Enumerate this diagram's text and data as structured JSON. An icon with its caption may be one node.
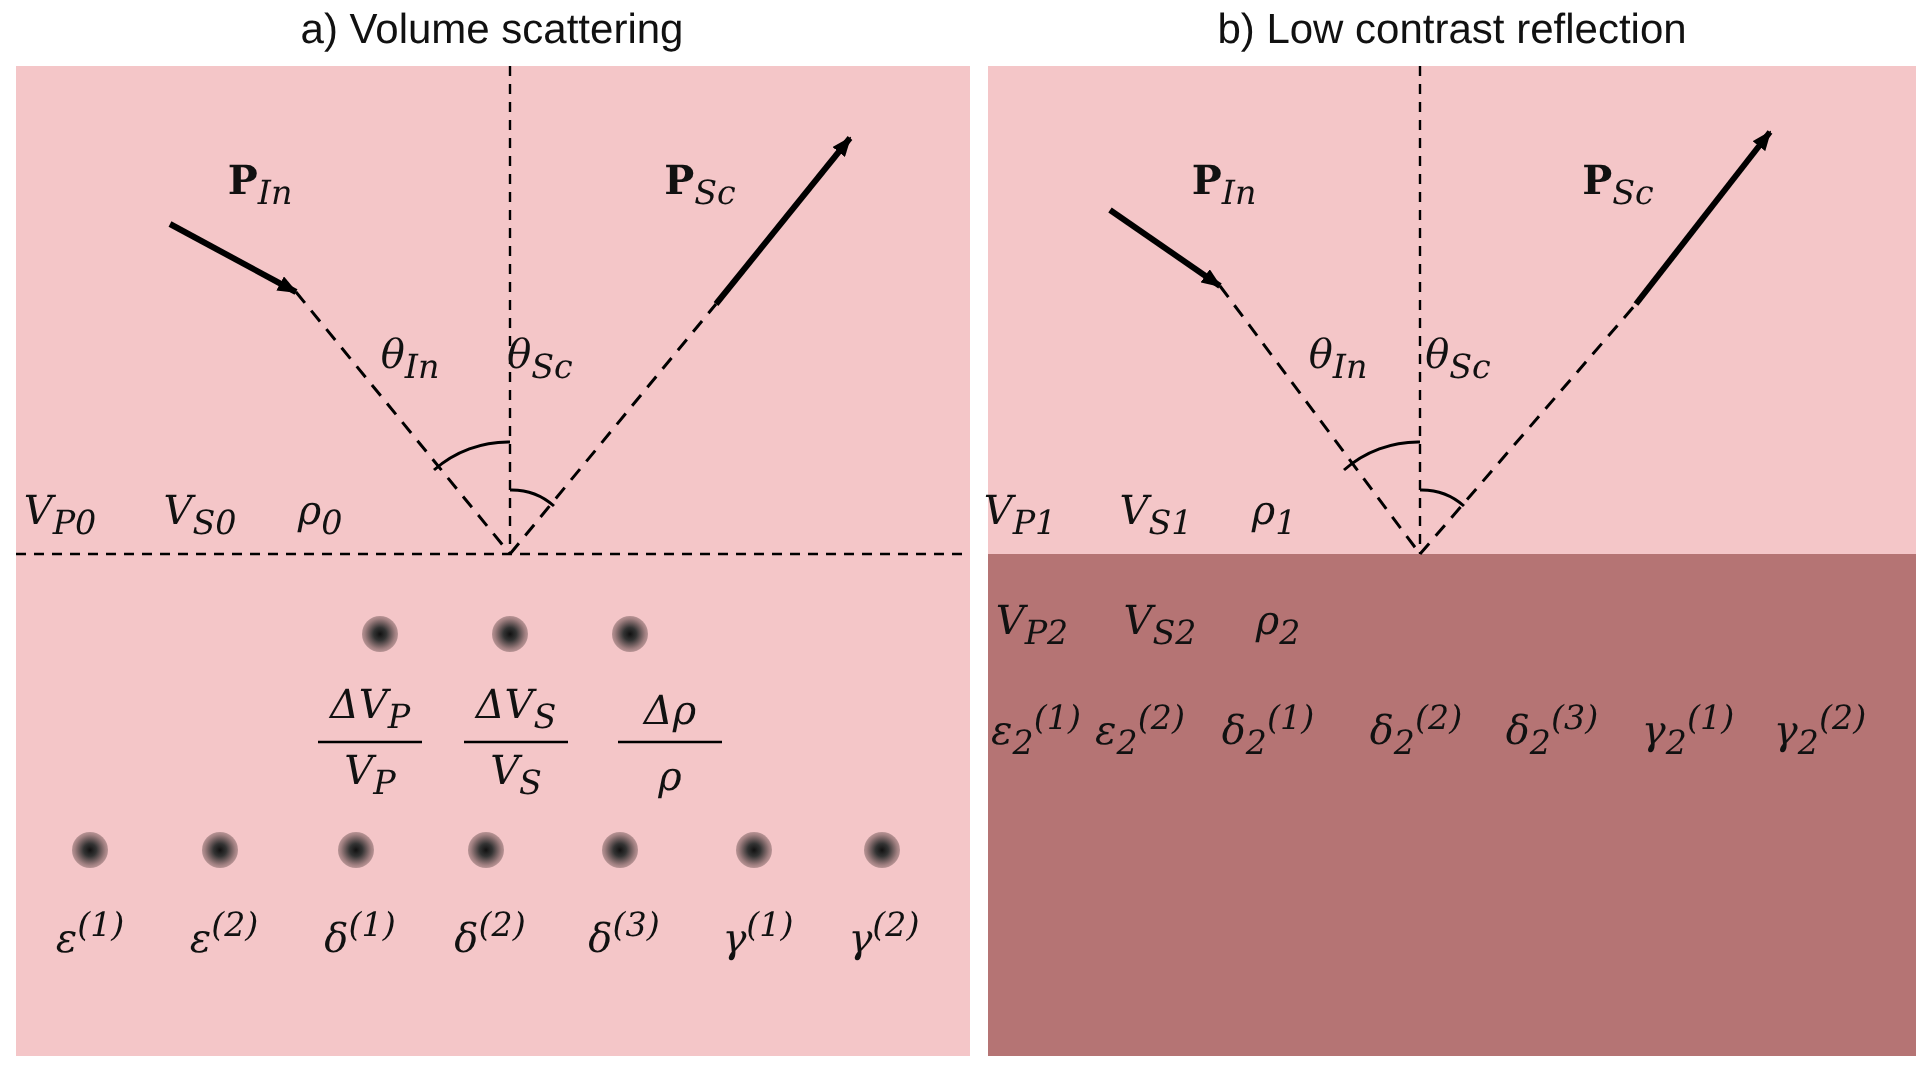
{
  "diagram": {
    "nodes": [
      {
        "text": [
          "a) Volume scattering",
          "**P**$_{In}$",
          "**P**$_{Sc}$",
          "θ$_{In}$",
          "θ$_{Sc}$",
          "V$_{P0}$",
          "V$_{S0}$",
          "ρ$_{0}$",
          "ΔV$_{P}$",
          "V$_{P}$",
          "ΔV$_{S}$",
          "V$_{S}$",
          "Δρ",
          "ρ",
          "ε$^{(1)}$",
          "ε$^{(2)}$",
          "δ$^{(1)}$",
          "δ$^{(2)}$",
          "δ$^{(3)}$",
          "γ$^{(1)}$",
          "γ$^{(2)}$"
        ]
      },
      {
        "text": [
          "b) Low contrast reflection",
          "**P**$_{In}$",
          "**P**$_{Sc}$",
          "θ$_{In}$",
          "θ$_{Sc}$",
          "V$_{P1}$",
          "V$_{S1}$",
          "ρ$_{1}$"
        ]
      },
      {
        "text": [
          "V$_{P2}$",
          "V$_{S2}$",
          "ρ$_{2}$",
          "ε$_{2}$$^{(1)}$",
          "ε$_{2}$$^{(2)}$",
          "δ$_{2}$$^{(1)}$",
          "δ$_{2}$$^{(2)}$",
          "δ$_{2}$$^{(3)}$",
          "γ$_{2}$$^{(1)}$",
          "γ$_{2}$$^{(2)}$"
        ],
        "in": 1
      }
    ],
    "edges": []
  }
}
